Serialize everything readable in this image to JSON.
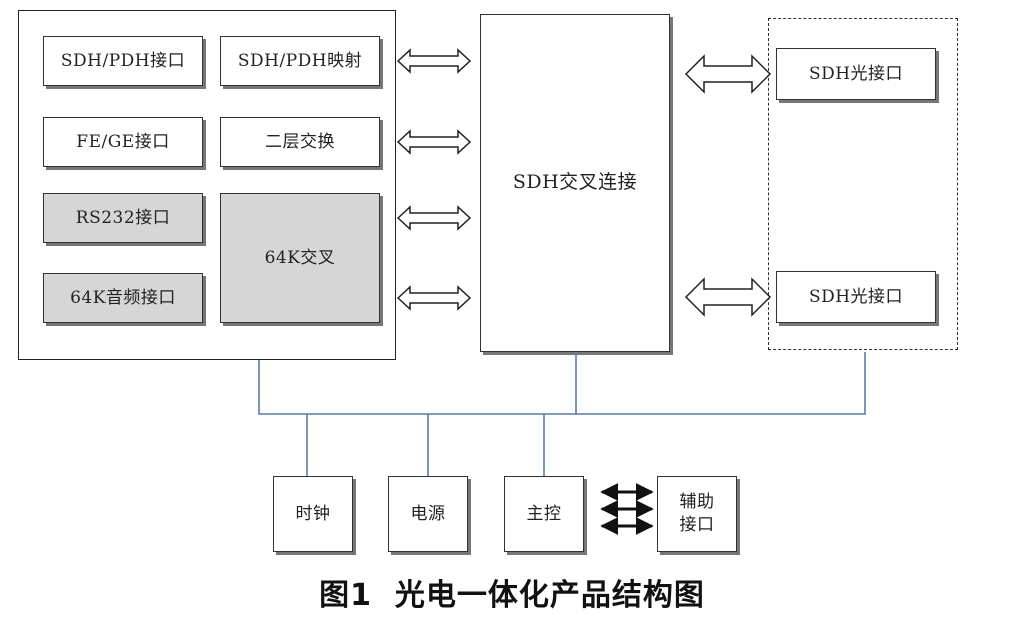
{
  "left_panel": {
    "sdh_pdh_interface": "SDH/PDH接口",
    "sdh_pdh_mapping": "SDH/PDH映射",
    "fe_ge_interface": "FE/GE接口",
    "layer2_switch": "二层交换",
    "rs232_interface": "RS232接口",
    "audio_64k_interface": "64K音频接口",
    "cross_64k": "64K交叉"
  },
  "center": {
    "sdh_cross_connect": "SDH交叉连接"
  },
  "right_panel": {
    "optical_1": "SDH光接口",
    "optical_2": "SDH光接口"
  },
  "bottom": {
    "clock": "时钟",
    "power": "电源",
    "main_control": "主控",
    "aux_interface": "辅助\n接口"
  },
  "caption": "图1  光电一体化产品结构图",
  "colors": {
    "bus_line": "#5a7ca8",
    "gray_box": "#d6d6d6",
    "outline": "#222222"
  }
}
